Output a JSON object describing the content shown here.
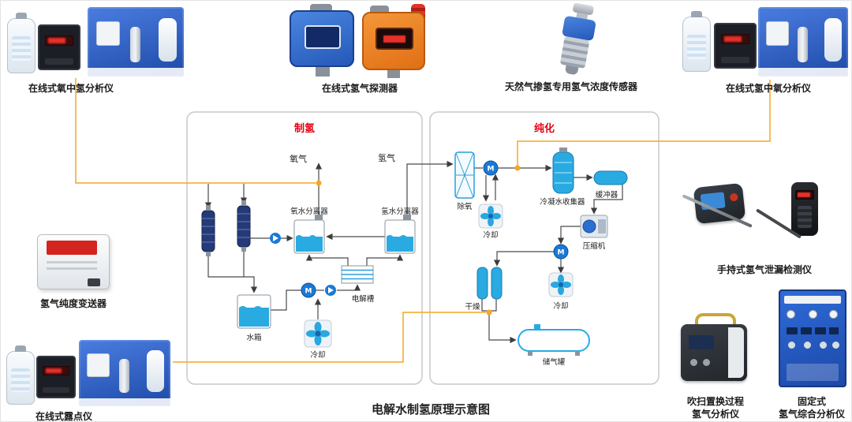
{
  "title": "电解水制氢原理示意图",
  "products": {
    "h2_in_o2_analyzer": {
      "label": "在线式氧中氢分析仪"
    },
    "h2_detector": {
      "label": "在线式氢气探测器"
    },
    "h2_sensor": {
      "label": "天然气掺氢专用氢气浓度传感器"
    },
    "o2_in_h2_analyzer": {
      "label": "在线式氢中氧分析仪"
    },
    "purity_transmitter": {
      "label": "氢气纯度变送器"
    },
    "dew_point_meter": {
      "label": "在线式露点仪"
    },
    "handheld_leak_detector": {
      "label": "手持式氢气泄漏检测仪"
    },
    "purge_analyzer": {
      "label_line1": "吹扫置换过程",
      "label_line2": "氢气分析仪"
    },
    "fixed_analyzer": {
      "label_line1": "固定式",
      "label_line2": "氢气综合分析仪"
    }
  },
  "diagram": {
    "sections": {
      "production": "制氢",
      "purification": "纯化"
    },
    "streams": {
      "oxygen": "氧气",
      "hydrogen": "氢气"
    },
    "equipment": {
      "o2_water_separator": "氧水分离器",
      "h2_water_separator": "氢水分离器",
      "electrolyzer": "电解槽",
      "water_tank": "水箱",
      "cooling_1": "冷却",
      "deoxo": "除氧",
      "condensate_collector": "冷凝水收集器",
      "buffer": "缓冲器",
      "cooling_2": "冷却",
      "compressor": "压缩机",
      "dryer": "干燥",
      "cooling_3": "冷却",
      "gas_storage_tank": "储气罐",
      "motor_label": "M"
    },
    "colors": {
      "section_title": "#e60012",
      "connector_orange": "#f5a623",
      "equipment_blue": "#29abe2"
    }
  }
}
